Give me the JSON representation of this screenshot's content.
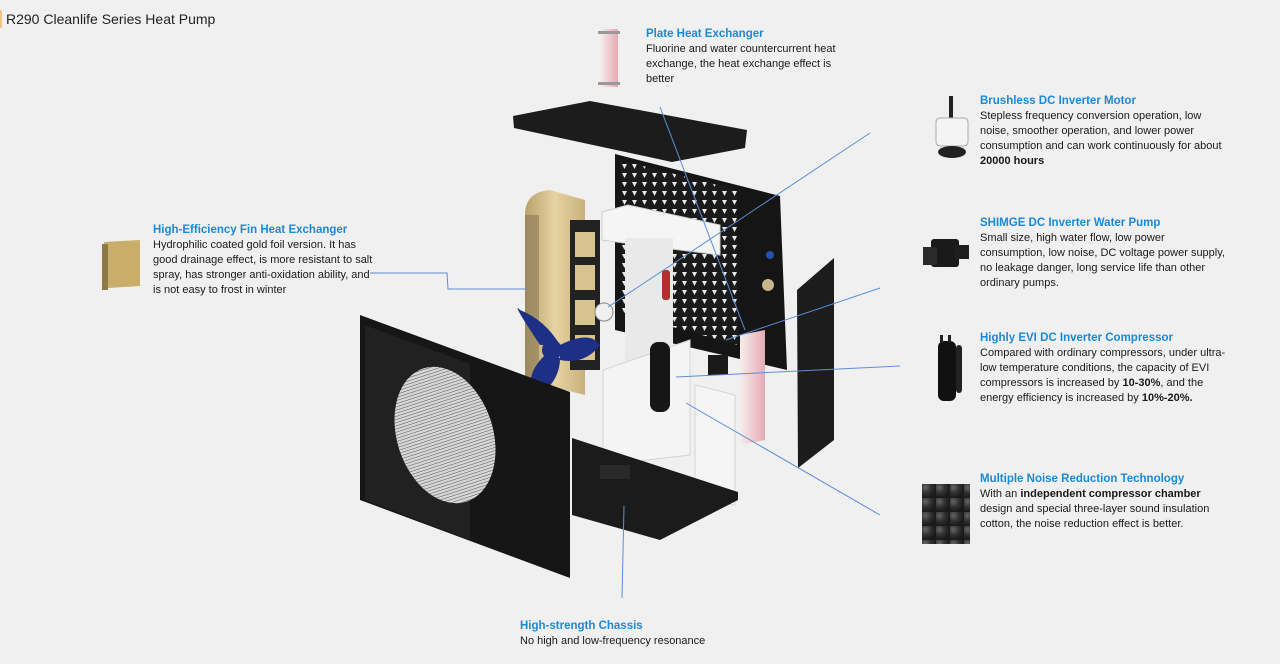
{
  "page": {
    "title": "R290 Cleanlife Series Heat Pump"
  },
  "features": {
    "plate": {
      "title": "Plate Heat Exchanger",
      "text": "Fluorine and water countercurrent heat exchange, the heat exchange effect is better",
      "icon": "plate-heat-exchanger-icon"
    },
    "motor": {
      "title": "Brushless DC Inverter Motor",
      "text": "Stepless frequency conversion operation, low noise, smoother operation, and lower power consumption and can work continuously for about ",
      "bold": "20000 hours",
      "icon": "dc-motor-icon"
    },
    "pump": {
      "title": "SHIMGE DC Inverter Water Pump",
      "text": "Small size, high water flow, low power consumption, low noise, DC voltage power supply, no leakage danger, long service life than other ordinary pumps.",
      "icon": "water-pump-icon"
    },
    "compressor": {
      "title": "Highly EVI DC Inverter Compressor",
      "text_a": "Compared with ordinary compressors, under ultra-low temperature conditions, the capacity of EVI compressors is increased by ",
      "bold_a": "10-30%",
      "text_b": ", and the energy efficiency is increased by ",
      "bold_b": "10%-20%.",
      "icon": "compressor-icon"
    },
    "noise": {
      "title": "Multiple Noise Reduction Technology",
      "text_a": "With an ",
      "bold_a": "independent compressor chamber",
      "text_b": " design and special three-layer sound insulation cotton, the noise reduction effect is better.",
      "icon": "acoustic-foam-icon"
    },
    "fin": {
      "title": "High-Efficiency Fin Heat Exchanger",
      "text": "Hydrophilic coated gold foil version. It has good drainage effect, is more resistant to salt spray, has stronger anti-oxidation ability, and is not easy to frost in winter",
      "icon": "fin-heat-exchanger-icon"
    },
    "chassis": {
      "title": "High-strength Chassis",
      "text": "No high and low-frequency resonance"
    }
  },
  "colors": {
    "accent": "#1a8ad8",
    "leader": "#5b8fd6",
    "panel": "#1b1b1b",
    "fin": "#d8c08a",
    "fan": "#1e2f86",
    "pink": "#e7a9b3"
  }
}
